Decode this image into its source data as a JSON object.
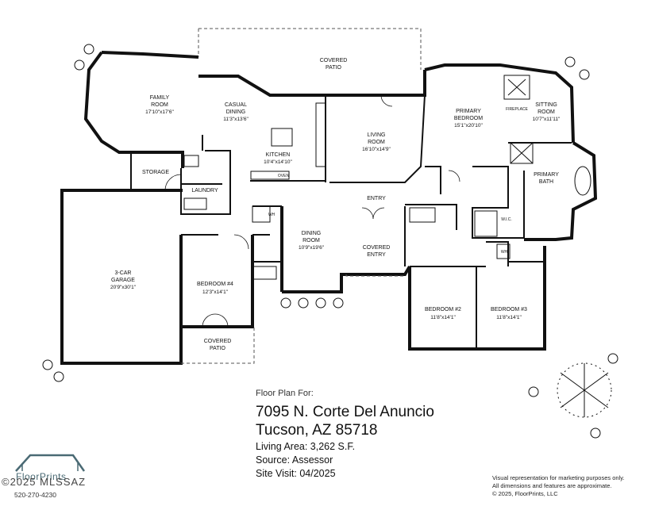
{
  "rooms": {
    "covered_patio_top": [
      "COVERED",
      "PATIO"
    ],
    "family_room": [
      "FAMILY",
      "ROOM"
    ],
    "family_room_dim": "17'10\"x17'6\"",
    "casual_dining": [
      "CASUAL",
      "DINING"
    ],
    "casual_dining_dim": "11'3\"x13'6\"",
    "kitchen": "KITCHEN",
    "kitchen_dim": "10'4\"x14'10\"",
    "oven": "OVEN",
    "living_room": [
      "LIVING",
      "ROOM"
    ],
    "living_room_dim": "16'10\"x14'9\"",
    "primary_bedroom": [
      "PRIMARY",
      "BEDROOM"
    ],
    "primary_bedroom_dim": "15'1\"x20'10\"",
    "fireplace": "FIREPLACE",
    "sitting_room": [
      "SITTING",
      "ROOM"
    ],
    "sitting_room_dim": "10'7\"x11'11\"",
    "primary_bath": [
      "PRIMARY",
      "BATH"
    ],
    "wic": "W.I.C.",
    "storage": "STORAGE",
    "laundry": "LAUNDRY",
    "wh": "WH",
    "garage": [
      "3-CAR",
      "GARAGE"
    ],
    "garage_dim": "20'9\"x30'1\"",
    "bedroom4": "BEDROOM #4",
    "bedroom4_dim": "12'3\"x14'1\"",
    "covered_patio_bottom": [
      "COVERED",
      "PATIO"
    ],
    "dining_room": [
      "DINING",
      "ROOM"
    ],
    "dining_room_dim": "10'9\"x19'6\"",
    "entry": "ENTRY",
    "covered_entry": [
      "COVERED",
      "ENTRY"
    ],
    "bedroom2": "BEDROOM #2",
    "bedroom2_dim": "11'8\"x14'1\"",
    "bedroom3": "BEDROOM #3",
    "bedroom3_dim": "11'8\"x14'1\""
  },
  "info": {
    "label": "Floor Plan For:",
    "address_line1": "7095 N. Corte Del Anuncio",
    "address_line2": "Tucson, AZ  85718",
    "living_area": "Living Area:  3,262 S.F.",
    "source": "Source:  Assessor",
    "site_visit": "Site Visit:  04/2025"
  },
  "disclaimer": {
    "line1": "Visual representation for marketing purposes only.",
    "line2": "All dimensions and features are approximate.",
    "line3": "© 2025, FloorPrints, LLC"
  },
  "logo": {
    "brand": "FloorPrints",
    "watermark": "©2025 MLSSAZ",
    "phone": "520-270-4230"
  }
}
